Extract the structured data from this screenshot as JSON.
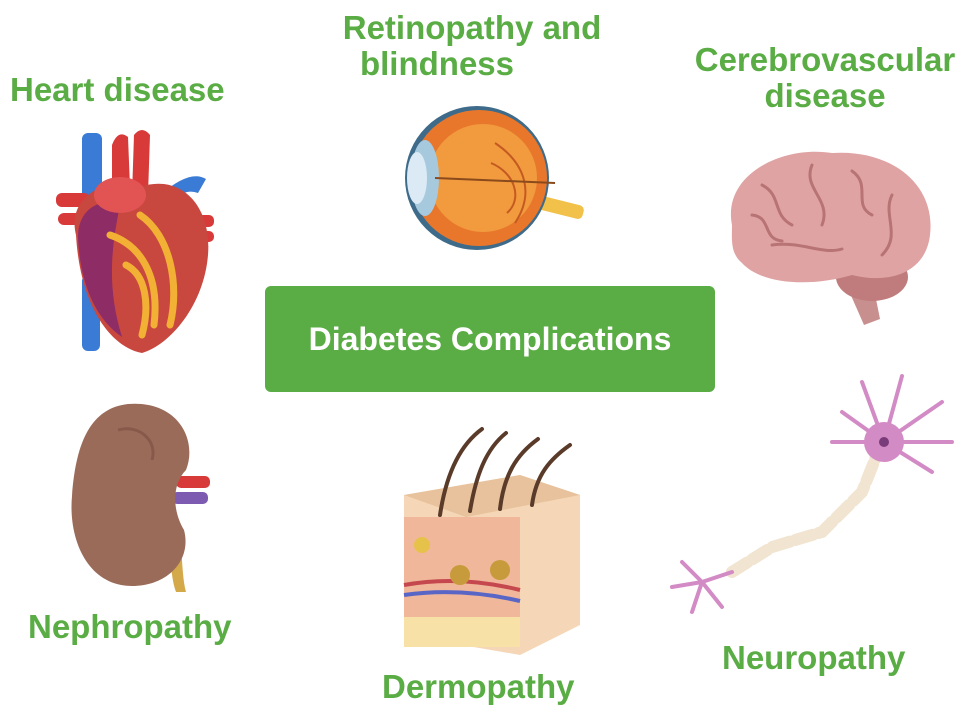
{
  "center": {
    "title": "Diabetes Complications"
  },
  "colors": {
    "label_green": "#5aac44",
    "center_bg": "#5aac44",
    "center_text": "#ffffff"
  },
  "complications": {
    "heart": {
      "label": "Heart disease",
      "icon": "heart-icon"
    },
    "eye": {
      "label_line1": "Retinopathy and",
      "label_line2": "blindness",
      "icon": "eye-icon"
    },
    "brain": {
      "label_line1": "Cerebrovascular",
      "label_line2": "disease",
      "icon": "brain-icon"
    },
    "kidney": {
      "label": "Nephropathy",
      "icon": "kidney-icon"
    },
    "skin": {
      "label": "Dermopathy",
      "icon": "skin-icon"
    },
    "neuron": {
      "label": "Neuropathy",
      "icon": "neuron-icon"
    }
  }
}
